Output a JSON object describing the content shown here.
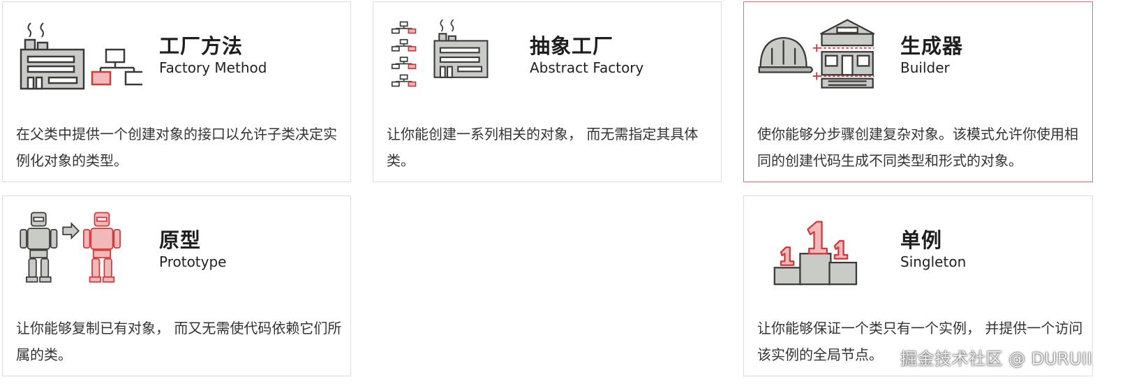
{
  "cards": [
    {
      "title": "工厂方法",
      "subtitle": "Factory Method",
      "description": "在父类中提供一个创建对象的接口以允许子类决定实例化对象的类型。",
      "icon": "factory-method-icon"
    },
    {
      "title": "抽象工厂",
      "subtitle": "Abstract Factory",
      "description": "让你能创建一系列相关的对象， 而无需指定其具体类。",
      "icon": "abstract-factory-icon"
    },
    {
      "title": "生成器",
      "subtitle": "Builder",
      "description": "使你能够分步骤创建复杂对象。该模式允许你使用相同的创建代码生成不同类型和形式的对象。",
      "icon": "builder-icon"
    },
    {
      "title": "原型",
      "subtitle": "Prototype",
      "description": "让你能够复制已有对象， 而又无需使代码依赖它们所属的类。",
      "icon": "prototype-icon"
    },
    {
      "title": "单例",
      "subtitle": "Singleton",
      "description": "让你能够保证一个类只有一个实例， 并提供一个访问该实例的全局节点。",
      "icon": "singleton-icon"
    }
  ],
  "watermark": "掘金技术社区 @ DURUII",
  "colors": {
    "accent": "#d03a3a",
    "gray_fill": "#c9cbc7",
    "stroke": "#3a3a3a",
    "active_border": "#c9787c",
    "card_border": "#dcdcdc"
  }
}
